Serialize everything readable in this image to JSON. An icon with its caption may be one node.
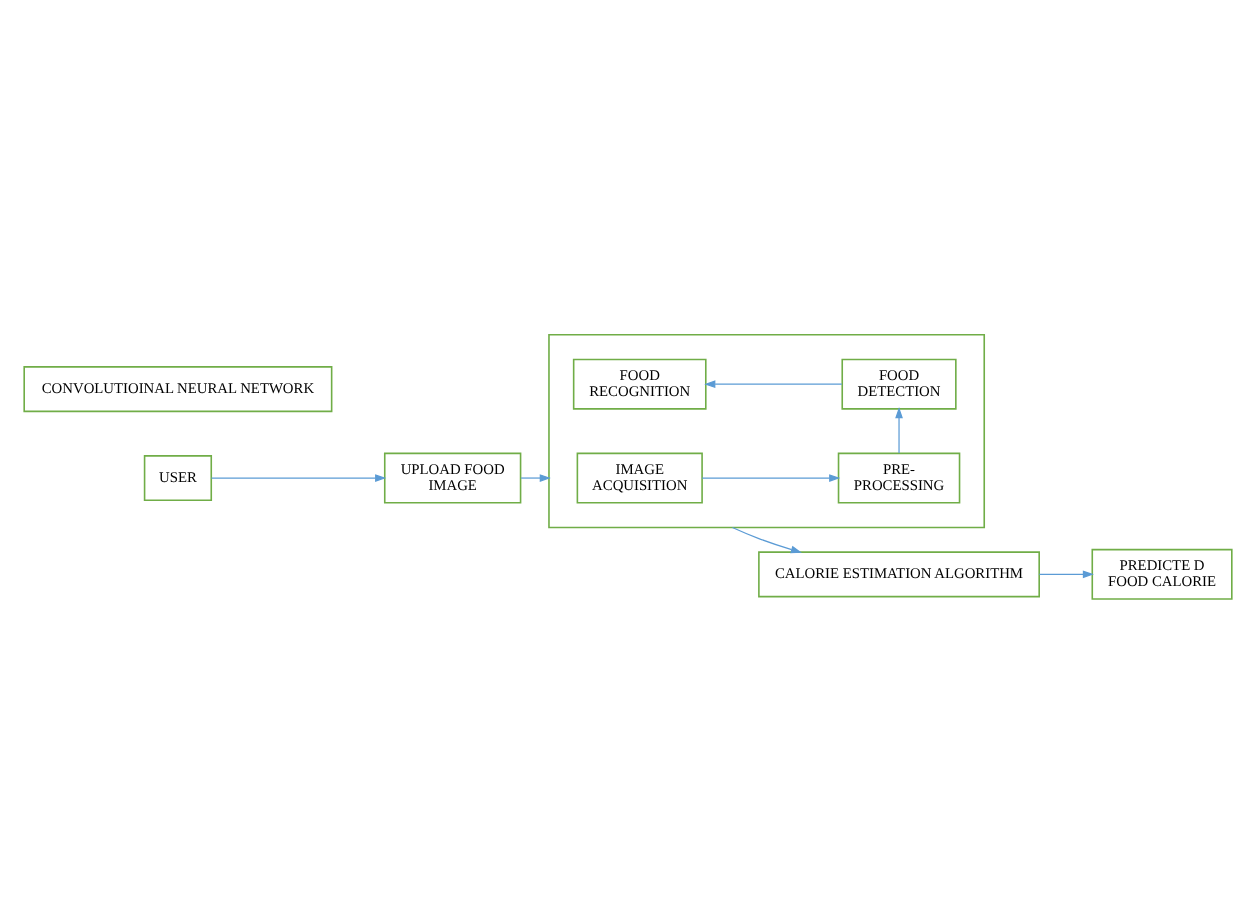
{
  "diagram": {
    "nodes": [
      {
        "text": [
          "USER"
        ]
      },
      {
        "text": [
          "CONVOLUTIOINAL NEURAL NETWORK"
        ]
      },
      {
        "text": [
          "UPLOAD FOOD IMAGE"
        ]
      },
      {
        "text": [],
        "shape": "box"
      },
      {
        "text": [
          "IMAGE ACQUISITION"
        ],
        "in": 3
      },
      {
        "text": [
          "PRE- PROCESSING"
        ],
        "in": 3
      },
      {
        "text": [
          "CALORIE ESTIMATION ALGORITHM"
        ]
      },
      {
        "text": [
          "PREDICTE D FOOD CALORIE"
        ]
      },
      {
        "text": [
          "FOOD RECOGNITION"
        ],
        "in": 3
      },
      {
        "text": [
          "FOOD DETECTION"
        ],
        "in": 3
      }
    ],
    "edges": [
      {
        "from": 0,
        "to": 2,
        "arrow": "to"
      },
      {
        "from": 2,
        "to": 3,
        "arrow": "to"
      },
      {
        "from": 4,
        "to": 5,
        "arrow": "to"
      },
      {
        "from": 5,
        "to": 9,
        "arrow": "to"
      },
      {
        "from": 9,
        "to": 8,
        "arrow": "to"
      },
      {
        "from": 3,
        "to": 6,
        "arrow": "to"
      },
      {
        "from": 6,
        "to": 7,
        "arrow": "to"
      }
    ]
  }
}
